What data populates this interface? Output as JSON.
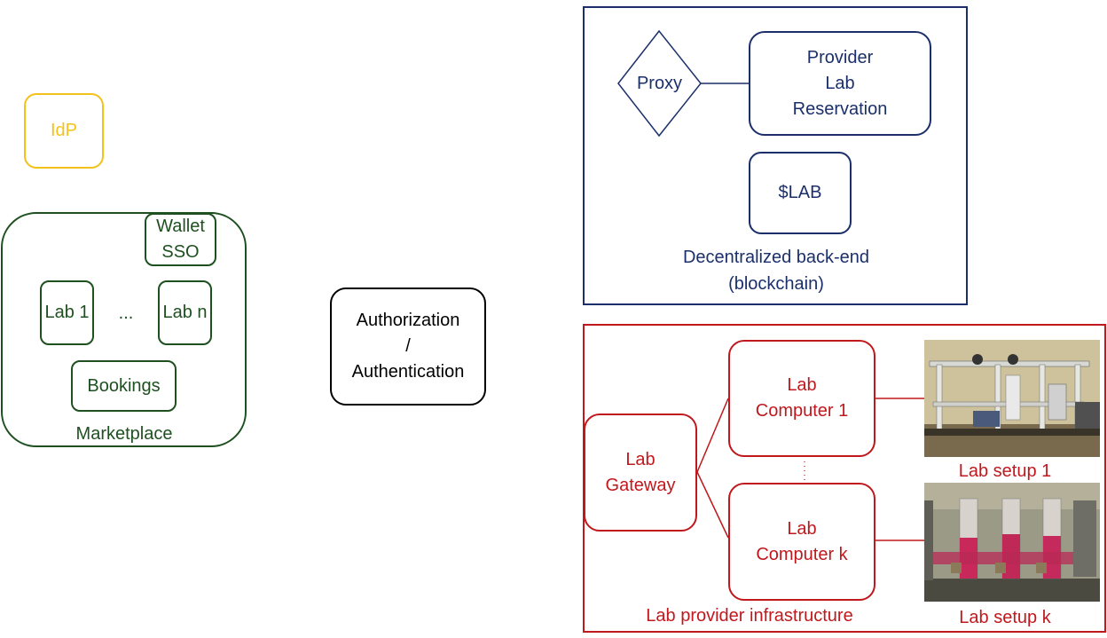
{
  "idp": {
    "label": "IdP"
  },
  "marketplace": {
    "caption": "Marketplace",
    "wallet_sso": "Wallet\nSSO",
    "lab_1": "Lab 1",
    "ellipsis": "...",
    "lab_n": "Lab n",
    "bookings": "Bookings"
  },
  "auth": {
    "label": "Authorization\n/\nAuthentication"
  },
  "backend": {
    "caption": "Decentralized back-end\n(blockchain)",
    "proxy": "Proxy",
    "provider": "Provider\nLab\nReservation",
    "token": "$LAB"
  },
  "infrastructure": {
    "caption": "Lab provider infrastructure",
    "gateway": "Lab\nGateway",
    "computer_1": "Lab\nComputer 1",
    "computer_k": "Lab\nComputer k",
    "setup_1": "Lab setup 1",
    "setup_k": "Lab setup k"
  },
  "colors": {
    "idp": "#f2c21b",
    "marketplace": "#1e5020",
    "backend": "#1b2f6b",
    "infrastructure": "#c0181c",
    "auth": "#000000"
  }
}
